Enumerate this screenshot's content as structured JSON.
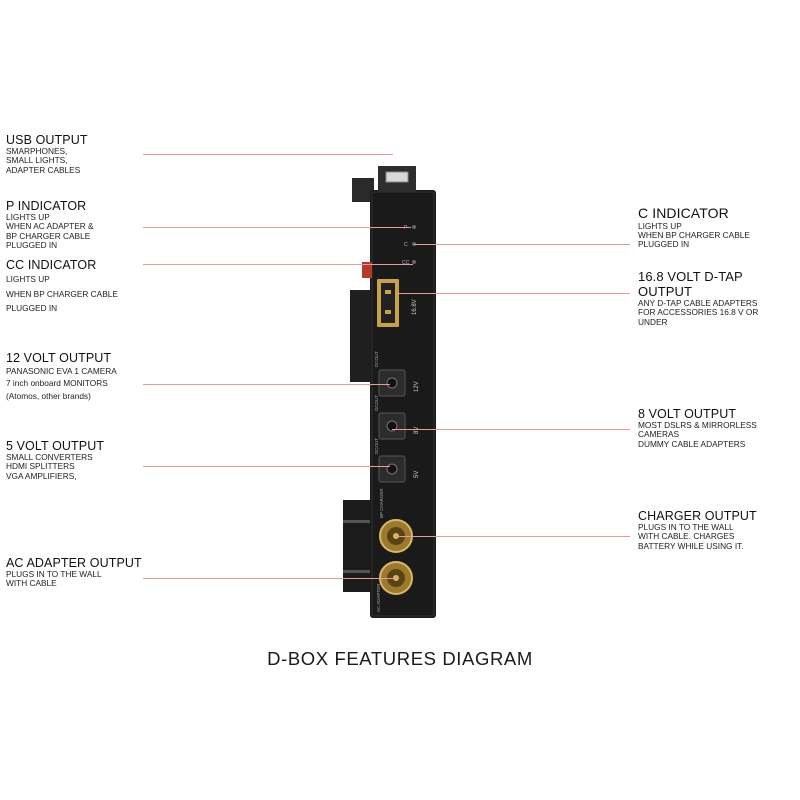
{
  "callouts": {
    "usb": {
      "title": "USB OUTPUT",
      "desc": [
        "SMARPHONES,",
        "SMALL LIGHTS,",
        "ADAPTER CABLES"
      ]
    },
    "p_indicator": {
      "title": "P INDICATOR",
      "desc": [
        "LIGHTS UP",
        "WHEN AC ADAPTER  &",
        "BP CHARGER CABLE",
        "PLUGGED IN"
      ]
    },
    "cc_indicator": {
      "title": "CC INDICATOR",
      "desc": [
        "LIGHTS UP",
        "WHEN BP CHARGER CABLE",
        "PLUGGED IN"
      ]
    },
    "v12": {
      "title": "12 VOLT OUTPUT",
      "desc": [
        "PANASONIC EVA 1 CAMERA",
        "7 inch onboard MONITORS",
        "(Atomos, other brands)"
      ]
    },
    "v5": {
      "title": "5 VOLT OUTPUT",
      "desc": [
        "SMALL CONVERTERS",
        "HDMI SPLITTERS",
        "VGA AMPLIFIERS,"
      ]
    },
    "ac_adapter": {
      "title": "AC ADAPTER OUTPUT",
      "desc": [
        "PLUGS IN TO THE WALL",
        "WITH CABLE"
      ]
    },
    "c_indicator": {
      "title": "C INDICATOR",
      "desc": [
        "LIGHTS UP",
        "WHEN BP CHARGER CABLE",
        "PLUGGED IN"
      ]
    },
    "v16_8": {
      "title": "16.8 VOLT D-TAP OUTPUT",
      "desc": [
        "ANY D-TAP CABLE ADAPTERS",
        "FOR ACCESSORIES 16.8 V OR",
        "UNDER"
      ]
    },
    "v8": {
      "title": "8 VOLT OUTPUT",
      "desc": [
        "MOST DSLRS & MIRRORLESS",
        "CAMERAS",
        "DUMMY CABLE ADAPTERS"
      ]
    },
    "charger": {
      "title": "CHARGER OUTPUT",
      "desc": [
        "PLUGS IN TO THE WALL",
        "WITH CABLE. CHARGES",
        "BATTERY WHILE USING IT."
      ]
    }
  },
  "device_labels": {
    "dc_12v": "12V",
    "dc_8v": "8V",
    "dc_5v": "5V",
    "dtap": "16.8V",
    "bp_charger": "BP CHARGER",
    "ac_adapter": "AC ADAPTER",
    "dc1": "DCOUT",
    "dc2": "DCOUT",
    "dc3": "DCOUT",
    "led_p": "P",
    "led_c": "C",
    "led_cc": "CC"
  },
  "caption": "D-BOX FEATURES DIAGRAM",
  "colors": {
    "leader": "#e69a9a",
    "body": "#1a1a1a",
    "brass": "#b8923a"
  }
}
